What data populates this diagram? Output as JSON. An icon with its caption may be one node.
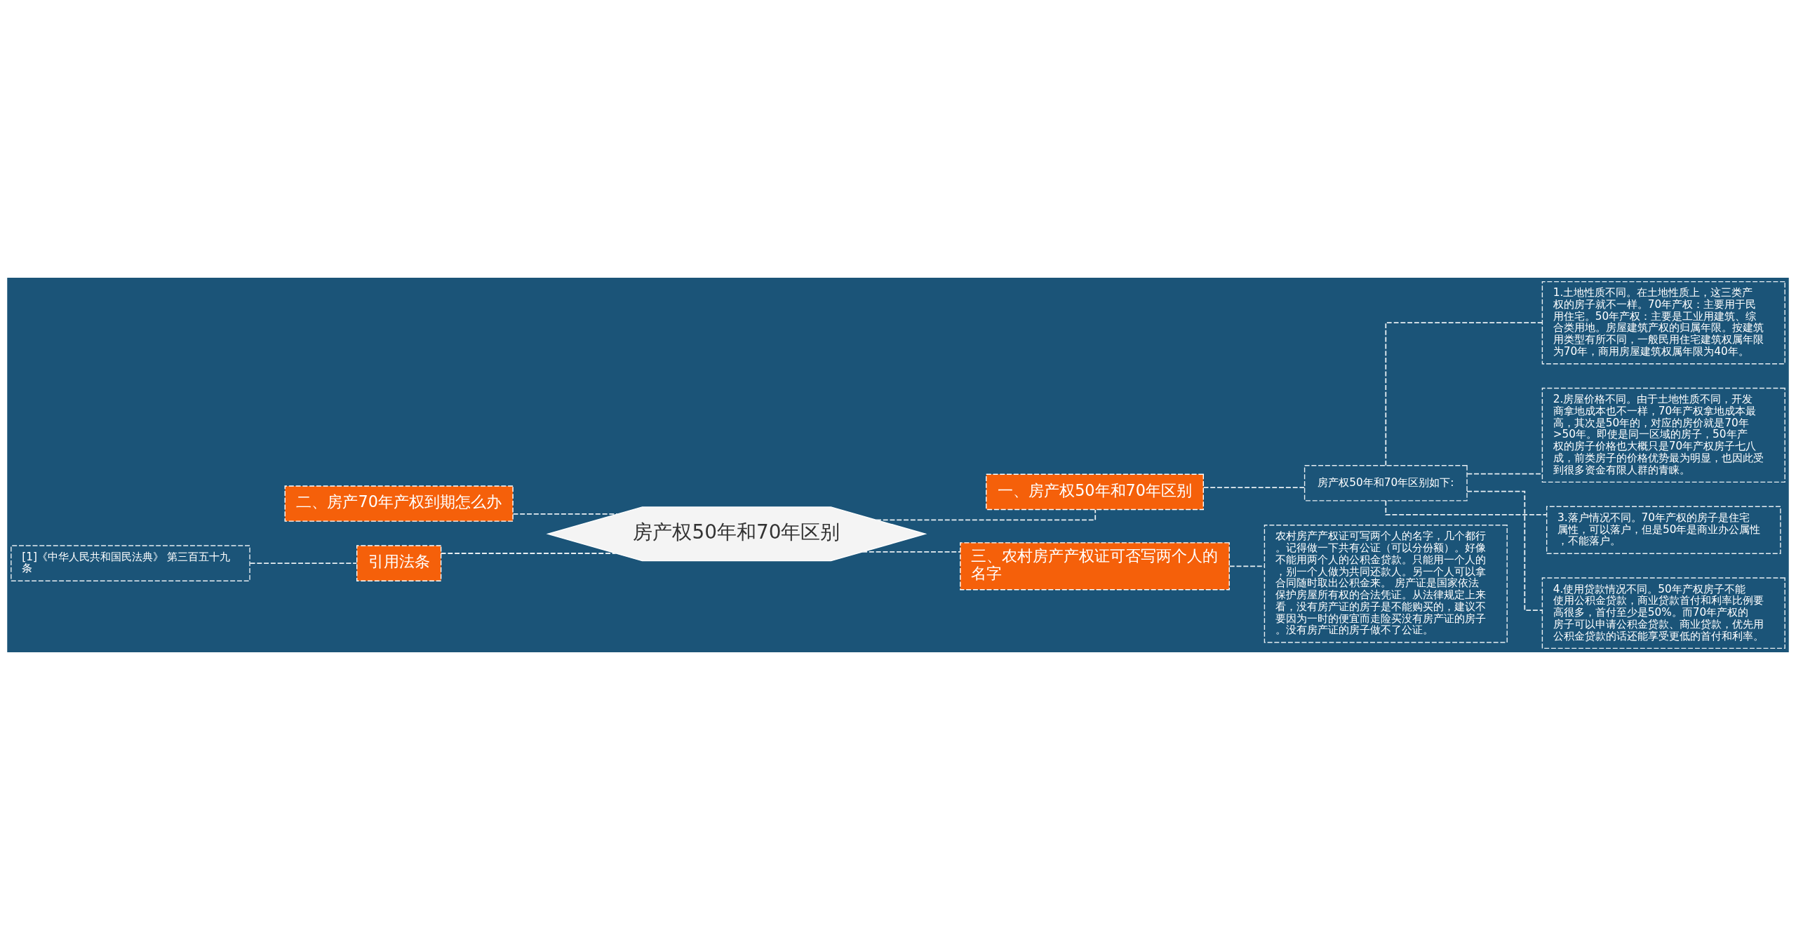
{
  "diagram": {
    "nodes": [
      {
        "text": [
          "房产权50年和70年区别"
        ]
      },
      {
        "text": [
          "一、房产权50年和70年区别"
        ]
      },
      {
        "text": [
          "房产权50年和70年区别如下:"
        ]
      },
      {
        "text": [
          "1.土地性质不同。在土地性质上，这三类产权的房子就不一样。70年产权：主要用于民用住宅。50年产权：主要是工业用建筑、综合类用地。房屋建筑产权的归属年限。按建筑用类型有所不同，一般民用住宅建筑权属年限为70年，商用房屋建筑权属年限为40年。"
        ]
      },
      {
        "text": [
          "2.房屋价格不同。由于土地性质不同，开发商拿地成本也不一样，70年产权拿地成本最高，其次是50年的，对应的房价就是70年>50年。即使是同一区域的房子，50年产权的房子价格也大概只是70年产权房子七八成，前类房子的价格优势最为明显，也因此受到很多资金有限人群的青睐。"
        ]
      },
      {
        "text": [
          "3.落户情况不同。70年产权的房子是住宅属性，可以落户，但是50年是商业办公属性，不能落户。"
        ]
      },
      {
        "text": [
          "4.使用贷款情况不同。50年产权房子不能使用公积金贷款，商业贷款首付和利率比例要高很多，首付至少是50%。而70年产权的房子可以申请公积金贷款、商业贷款，优先用公积金贷款的话还能享受更低的首付和利率。"
        ]
      },
      {
        "text": [
          "三、农村房产产权证可否写两个人的名字"
        ]
      },
      {
        "text": [
          "农村房产产权证可写两个人的名字，几个都行。记得做一下共有公证（可以分份额）。好像不能用两个人的公积金贷款。只能用一个人的，别一个人做为共同还款人。另一个人可以拿合同随时取出公积金来。 房产证是国家依法保护房屋所有权的合法凭证。从法律规定上来看，没有房产证的房子是不能购买的，建议不要因为一时的便宜而走险买没有房产证的房子。没有房产证的房子做不了公证。"
        ]
      },
      {
        "text": [
          "二、房产70年产权到期怎么办"
        ]
      },
      {
        "text": [
          "引用法条"
        ]
      },
      {
        "text": [
          "[1]《中华人民共和国民法典》 第三百五十九条"
        ]
      }
    ],
    "edges": [
      {
        "from": 0,
        "to": 1,
        "arrow": "none",
        "style": "dashed"
      },
      {
        "from": 1,
        "to": 2,
        "arrow": "none",
        "style": "dashed"
      },
      {
        "from": 2,
        "to": 3,
        "arrow": "none",
        "style": "dashed"
      },
      {
        "from": 2,
        "to": 4,
        "arrow": "none",
        "style": "dashed"
      },
      {
        "from": 2,
        "to": 5,
        "arrow": "none",
        "style": "dashed"
      },
      {
        "from": 2,
        "to": 6,
        "arrow": "none",
        "style": "dashed"
      },
      {
        "from": 0,
        "to": 7,
        "arrow": "none",
        "style": "dashed"
      },
      {
        "from": 7,
        "to": 8,
        "arrow": "none",
        "style": "dashed"
      },
      {
        "from": 0,
        "to": 9,
        "arrow": "none",
        "style": "dashed"
      },
      {
        "from": 0,
        "to": 10,
        "arrow": "none",
        "style": "dashed"
      },
      {
        "from": 10,
        "to": 11,
        "arrow": "none",
        "style": "dashed"
      }
    ]
  }
}
